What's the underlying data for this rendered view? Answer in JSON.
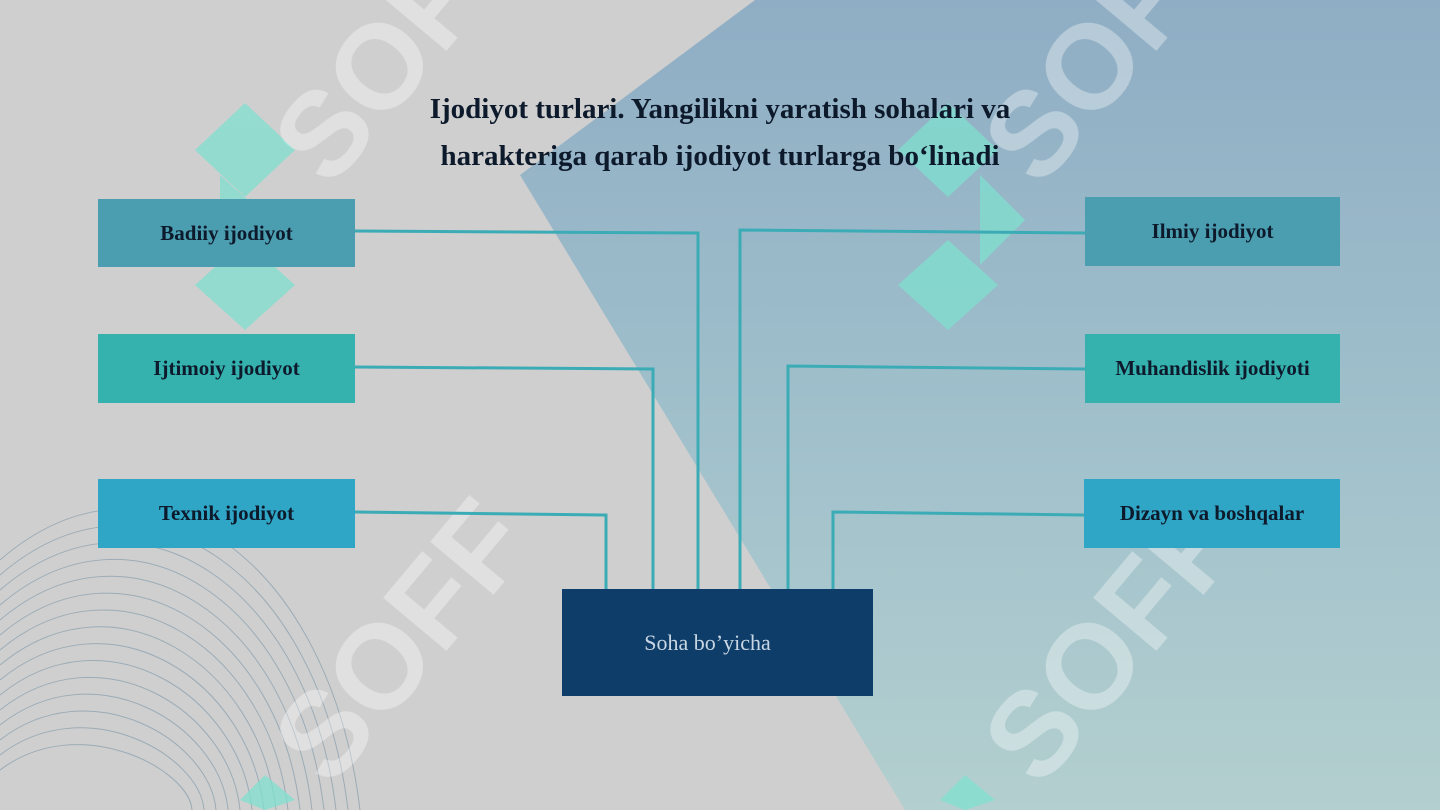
{
  "slide": {
    "title_line1": "Ijodiyot turlari. Yangilikni yaratish sohalari va",
    "title_line2": "harakteriga qarab ijodiyot turlarga bo‘linadi",
    "center_label": "Soha bo’yicha",
    "left_items": [
      {
        "label": "Badiiy ijodiyot",
        "color": "#4a9eb0"
      },
      {
        "label": "Ijtimoiy ijodiyot",
        "color": "#35b2ae"
      },
      {
        "label": "Texnik ijodiyot",
        "color": "#2fa6c6"
      }
    ],
    "right_items": [
      {
        "label": "Ilmiy ijodiyot",
        "color": "#4a9eb0"
      },
      {
        "label": "Muhandislik ijodiyoti",
        "color": "#35b2ae"
      },
      {
        "label": "Dizayn va boshqalar",
        "color": "#2fa6c6"
      }
    ],
    "watermark": "SOFF"
  },
  "colors": {
    "background_gray": "#cfcfcf",
    "background_blue": "#8fb0c6",
    "connector": "#3bacb5",
    "center_fill": "#0e3d69",
    "text_dark": "#0d1a2c"
  }
}
